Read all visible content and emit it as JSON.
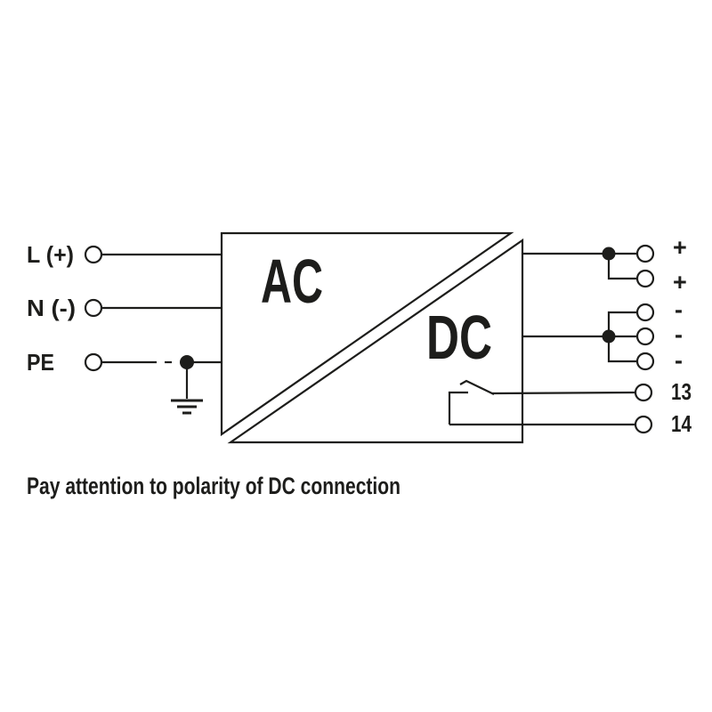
{
  "diagram": {
    "block": {
      "input_label": "AC",
      "output_label": "DC"
    },
    "inputs": [
      {
        "label": "L (+)"
      },
      {
        "label": "N (-)"
      },
      {
        "label": "PE"
      }
    ],
    "outputs": [
      {
        "label": "+"
      },
      {
        "label": "+"
      },
      {
        "label": "-"
      },
      {
        "label": "-"
      },
      {
        "label": "-"
      },
      {
        "label": "13"
      },
      {
        "label": "14"
      }
    ],
    "note": "Pay attention to polarity of DC connection",
    "colors": {
      "line": "#1d1d1b",
      "background": "#ffffff"
    }
  }
}
